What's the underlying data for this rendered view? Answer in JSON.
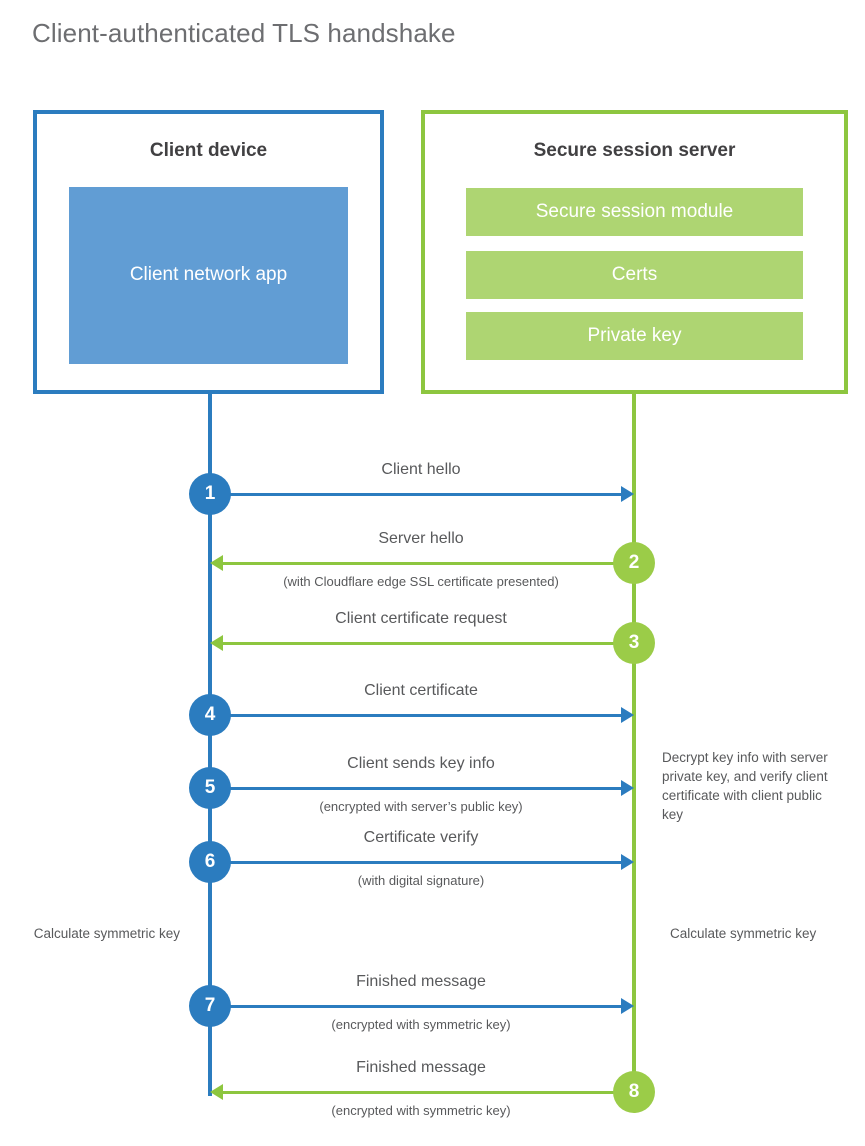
{
  "title": "Client-authenticated TLS handshake",
  "colors": {
    "blue_border": "#2b7cbf",
    "blue_fill": "#619dd4",
    "green_border": "#8dc63f",
    "green_fill": "#aed572",
    "green_circle": "#9bcc48",
    "text": "#58595b",
    "heading": "#414042"
  },
  "client": {
    "title": "Client device",
    "app_label": "Client network app"
  },
  "server": {
    "title": "Secure session server",
    "modules": [
      "Secure session module",
      "Certs",
      "Private key"
    ]
  },
  "steps": [
    {
      "number": "1",
      "direction": "client-to-server",
      "color": "blue",
      "label": "Client hello",
      "sublabel": ""
    },
    {
      "number": "2",
      "direction": "server-to-client",
      "color": "green",
      "label": "Server hello",
      "sublabel": "(with Cloudflare edge SSL certificate presented)"
    },
    {
      "number": "3",
      "direction": "server-to-client",
      "color": "green",
      "label": "Client certificate request",
      "sublabel": ""
    },
    {
      "number": "4",
      "direction": "client-to-server",
      "color": "blue",
      "label": "Client certificate",
      "sublabel": ""
    },
    {
      "number": "5",
      "direction": "client-to-server",
      "color": "blue",
      "label": "Client sends key info",
      "sublabel": "(encrypted with server’s public key)"
    },
    {
      "number": "6",
      "direction": "client-to-server",
      "color": "blue",
      "label": "Certificate verify",
      "sublabel": "(with digital signature)"
    },
    {
      "number": "7",
      "direction": "client-to-server",
      "color": "blue",
      "label": "Finished message",
      "sublabel": "(encrypted with symmetric key)"
    },
    {
      "number": "8",
      "direction": "server-to-client",
      "color": "green",
      "label": "Finished message",
      "sublabel": "(encrypted with symmetric key)"
    }
  ],
  "notes": {
    "server_decrypt": "Decrypt key info with server private key, and verify client certificate with client public key",
    "client_calculate": "Calculate symmetric key",
    "server_calculate": "Calculate symmetric key"
  }
}
